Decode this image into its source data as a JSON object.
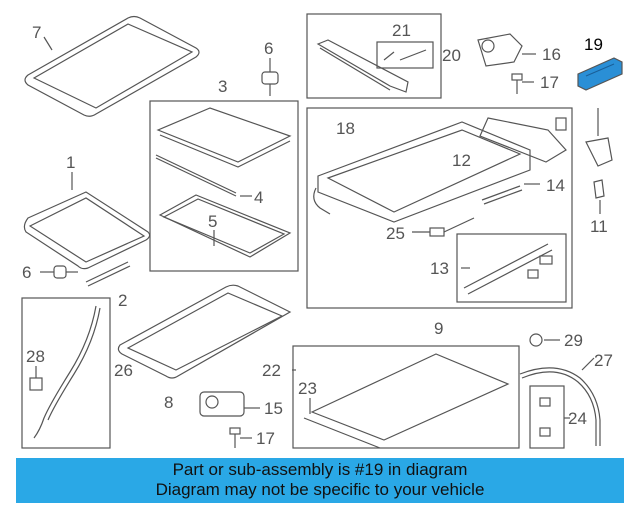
{
  "callouts": {
    "c1": "1",
    "c2": "2",
    "c3": "3",
    "c4": "4",
    "c5": "5",
    "c6a": "6",
    "c6b": "6",
    "c7": "7",
    "c8": "8",
    "c9": "9",
    "c11": "11",
    "c12": "12",
    "c13": "13",
    "c14": "14",
    "c15": "15",
    "c16": "16",
    "c17a": "17",
    "c17b": "17",
    "c18": "18",
    "c19": "19",
    "c20": "20",
    "c21": "21",
    "c22": "22",
    "c23": "23",
    "c24": "24",
    "c25": "25",
    "c26": "26",
    "c27": "27",
    "c28": "28",
    "c29": "29"
  },
  "banner": {
    "line1": "Part or sub-assembly is #19 in diagram",
    "line2": "Diagram may not be specific to your vehicle"
  },
  "colors": {
    "line": "#555555",
    "highlight_part": "#2a8fd6",
    "banner_bg": "#2aa8e6"
  }
}
